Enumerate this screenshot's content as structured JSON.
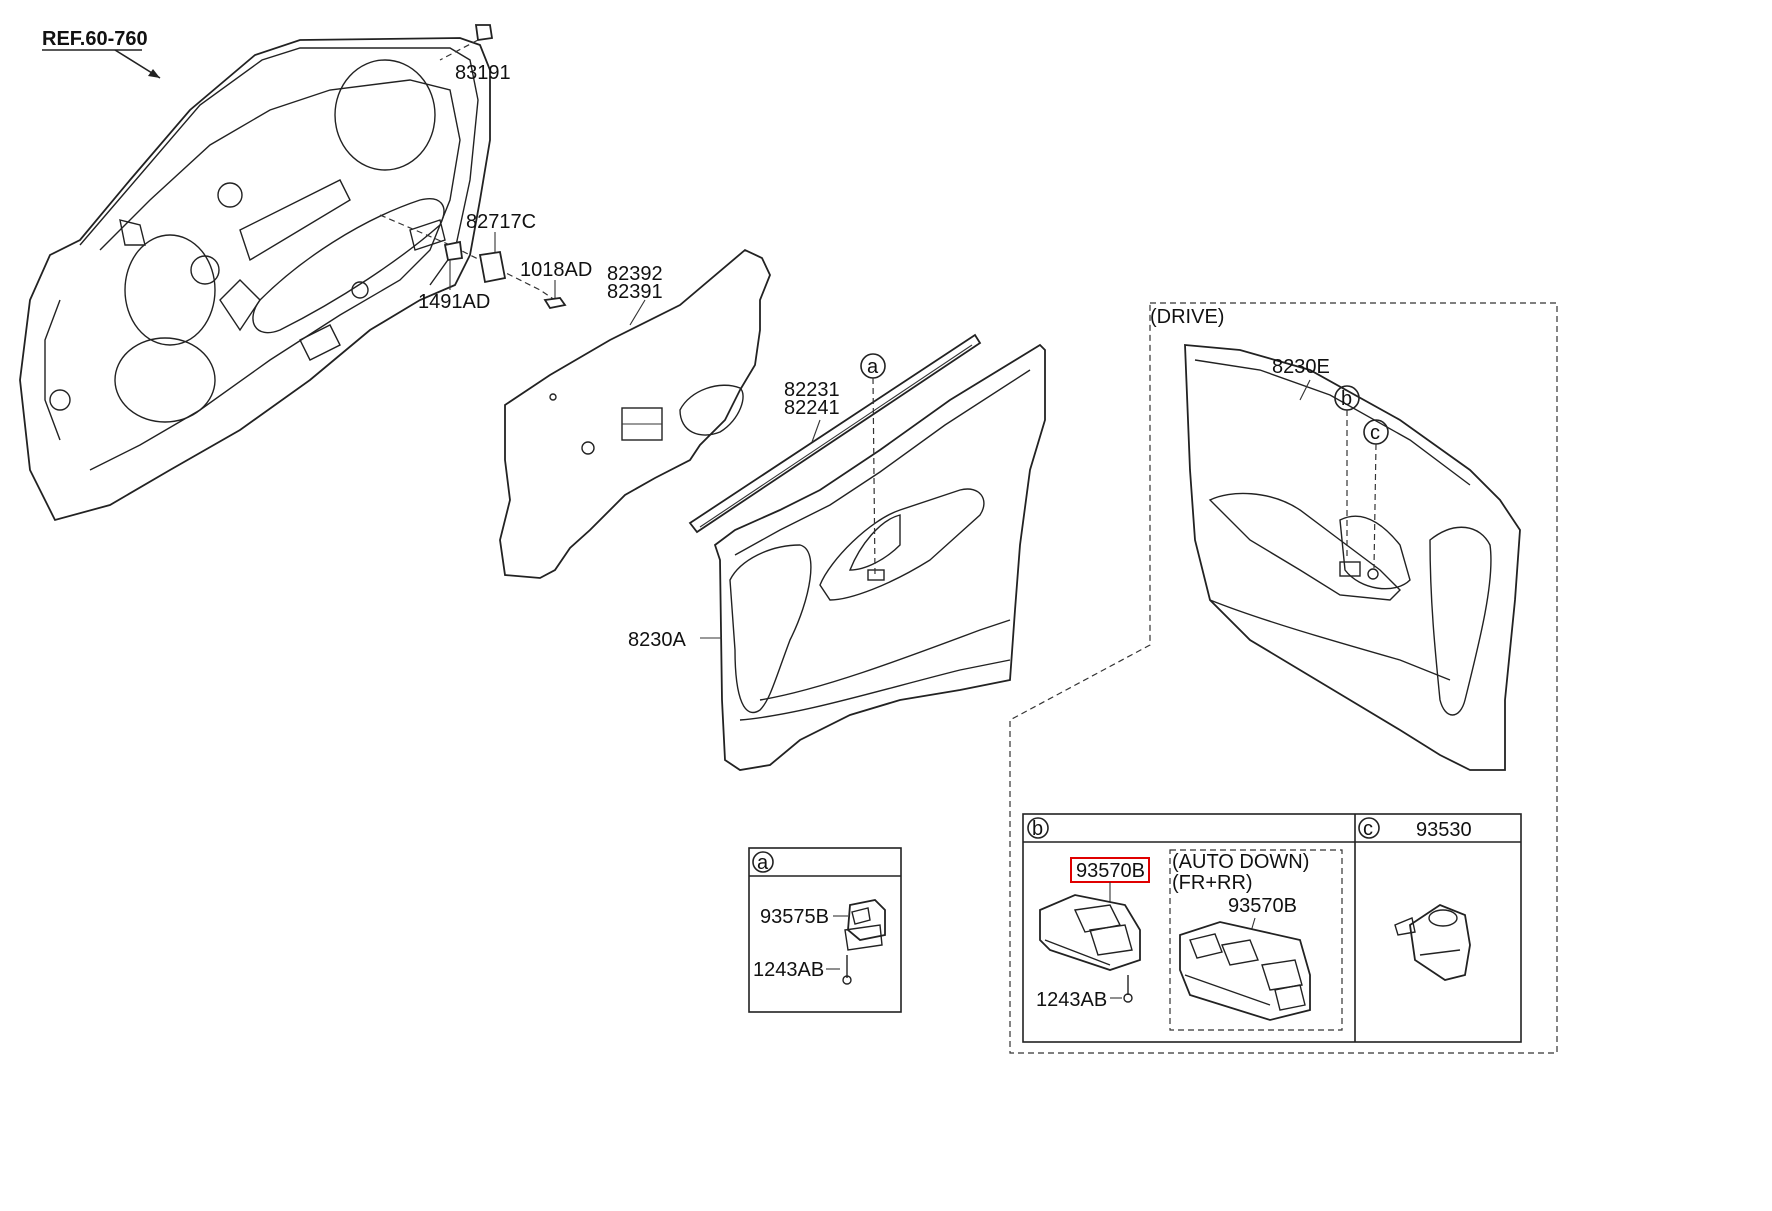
{
  "diagram": {
    "ref_label": "REF.60-760",
    "parts": {
      "p83191": "83191",
      "p82717C": "82717C",
      "p1018AD": "1018AD",
      "p1491AD": "1491AD",
      "p82392": "82392",
      "p82391": "82391",
      "p82231": "82231",
      "p82241": "82241",
      "p8230A": "8230A",
      "p8230E": "8230E",
      "p93575B": "93575B",
      "p1243AB_a": "1243AB",
      "p93570B": "93570B",
      "p93570B_auto": "93570B",
      "p1243AB_b": "1243AB",
      "p93530": "93530"
    },
    "drive_label": "(DRIVE)",
    "auto_down_line1": "(AUTO DOWN)",
    "auto_down_line2": "(FR+RR)",
    "callouts": {
      "a": "a",
      "b": "b",
      "c": "c"
    },
    "highlight_color": "#e00000"
  }
}
